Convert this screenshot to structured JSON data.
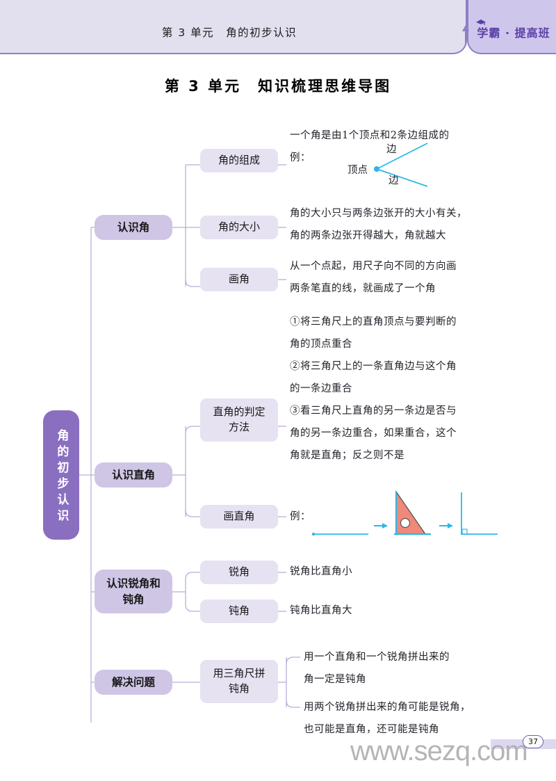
{
  "header": {
    "unit_label": "第 3 单元　角的初步认识",
    "brand": "学霸 · 提高班",
    "cap_icon": "graduation-cap-icon",
    "arrow_icon": "up-arrow-icon",
    "band_color": "#e2e0ef",
    "brand_color": "#cfc6ec",
    "brand_text_color": "#5b3fa8"
  },
  "page_title": "第 3 单元　知识梳理思维导图",
  "mindmap": {
    "root": "角的初步认识",
    "root_color": "#8a6fc0",
    "level2_color": "#cfc6e6",
    "level3_color": "#e6e2f2",
    "connector_color": "#b9aed8",
    "branches": [
      {
        "label": "认识角",
        "children": [
          {
            "label": "角的组成",
            "text": "一个角是由1个顶点和2条边组成的\n例："
          },
          {
            "label": "角的大小",
            "text": "角的大小只与两条边张开的大小有关，\n角的两条边张开得越大，角就越大"
          },
          {
            "label": "画角",
            "text": "从一个点起，用尺子向不同的方向画\n两条笔直的线，就画成了一个角"
          }
        ]
      },
      {
        "label": "认识直角",
        "children": [
          {
            "label": "直角的判定\n方法",
            "text": "①将三角尺上的直角顶点与要判断的\n角的顶点重合\n②将三角尺上的一条直角边与这个角\n的一条边重合\n③看三角尺上直角的另一条边是否与\n角的另一条边重合，如果重合，这个\n角就是直角；反之则不是"
          },
          {
            "label": "画直角",
            "text": "例："
          }
        ]
      },
      {
        "label": "认识锐角和\n钝角",
        "children": [
          {
            "label": "锐角",
            "text": "锐角比直角小"
          },
          {
            "label": "钝角",
            "text": "钝角比直角大"
          }
        ]
      },
      {
        "label": "解决问题",
        "children": [
          {
            "label": "用三角尺拼\n钝角",
            "text": "用一个直角和一个锐角拼出来的\n角一定是钝角"
          },
          {
            "label": "",
            "text": "用两个锐角拼出来的角可能是锐角，\n也可能是直角，还可能是钝角"
          }
        ]
      }
    ]
  },
  "figures": {
    "angle_diagram": {
      "vertex_label": "顶点",
      "side_label_top": "边",
      "side_label_bottom": "边",
      "line_color": "#2fb6e8"
    },
    "right_angle_diagram": {
      "triangle_fill": "#f0897a",
      "triangle_stroke": "#555555",
      "line_color": "#2fb6e8",
      "arrow_icon": "right-arrow-icon"
    }
  },
  "footer": {
    "page_number": "37",
    "watermark": "www.sezq.com"
  }
}
